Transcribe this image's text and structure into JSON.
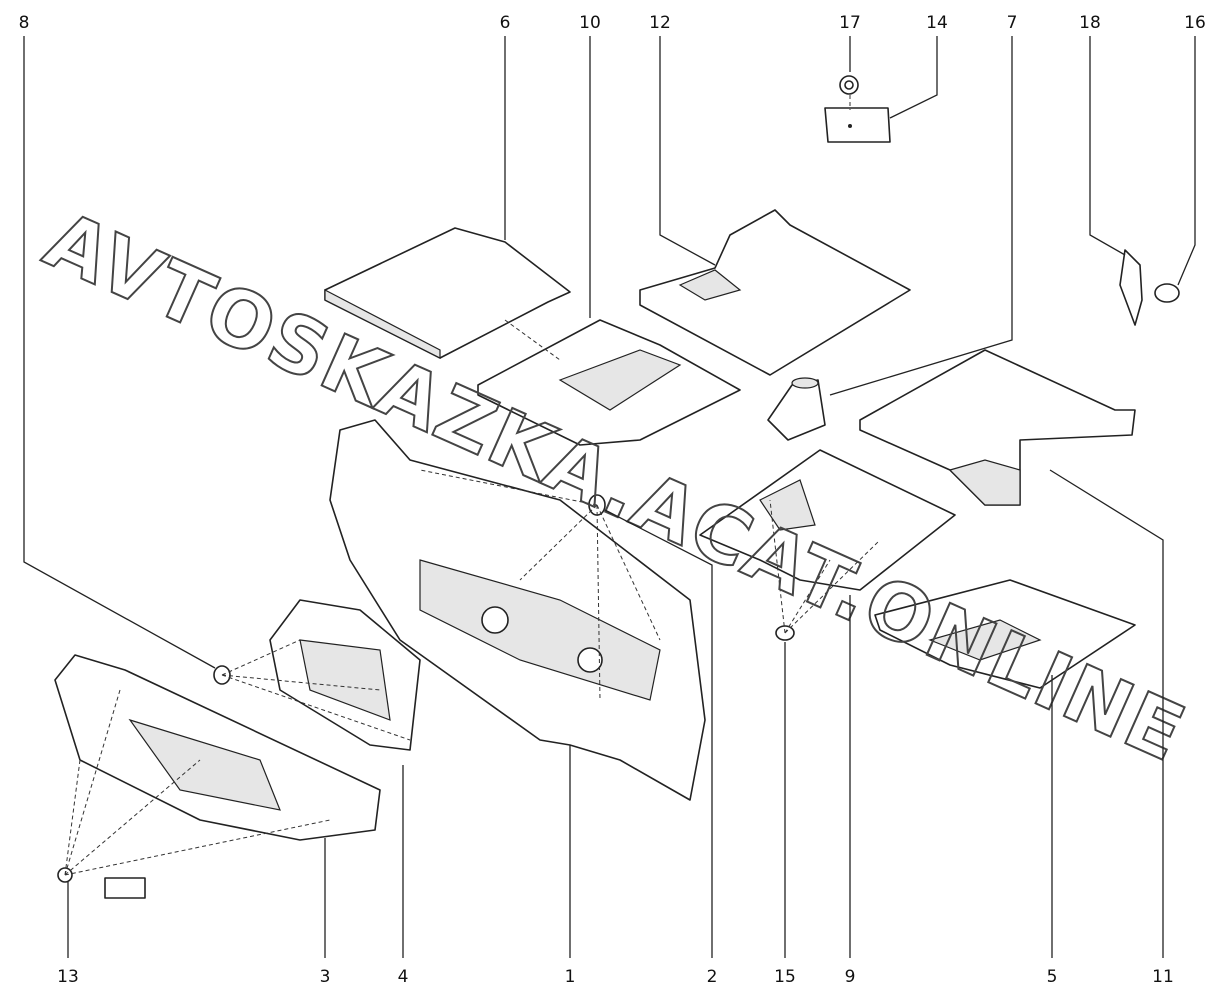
{
  "diagram": {
    "watermark": "AVTOSKAZKA.ACAT.ONLINE",
    "callouts_top": [
      "8",
      "6",
      "10",
      "12",
      "17",
      "14",
      "7",
      "18",
      "16"
    ],
    "callouts_bottom": [
      "13",
      "3",
      "4",
      "1",
      "2",
      "15",
      "9",
      "5",
      "11"
    ]
  }
}
